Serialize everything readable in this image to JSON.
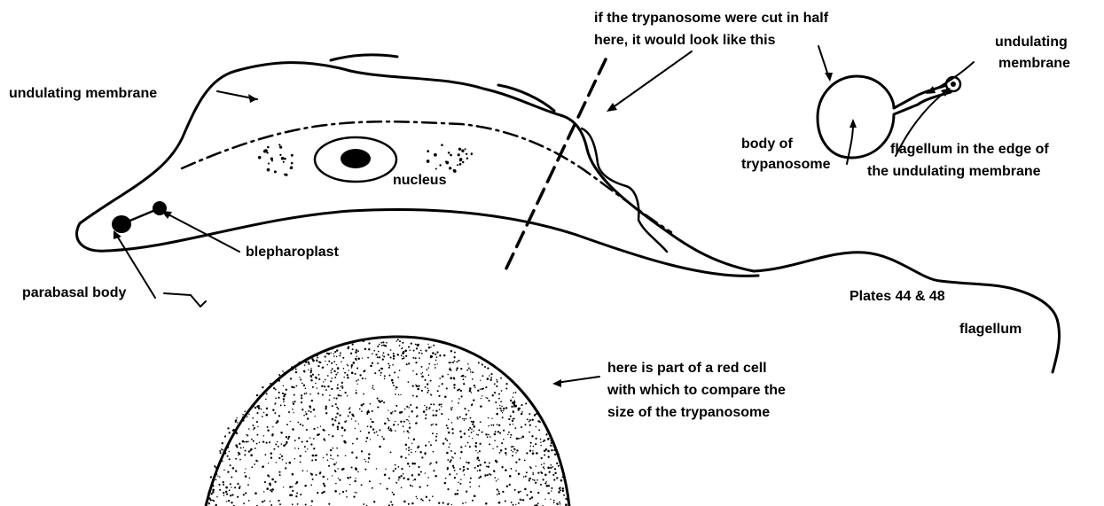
{
  "labels": {
    "undulating_membrane": "undulating membrane",
    "nucleus": "nucleus",
    "blepharoplast": "blepharoplast",
    "parabasal_body": "parabasal body",
    "cut_note": [
      "if the trypanosome were cut in half",
      "here, it would look like this"
    ],
    "section_membrane": [
      "undulating",
      "membrane"
    ],
    "section_body": [
      "body of",
      "trypanosome"
    ],
    "section_flagellum_edge": [
      "flagellum in the edge of",
      "the undulating membrane"
    ],
    "plates": "Plates 44 & 48",
    "flagellum": "flagellum",
    "red_cell_note": [
      "here is part of a red cell",
      "with which to compare the",
      "size of the trypanosome"
    ]
  }
}
